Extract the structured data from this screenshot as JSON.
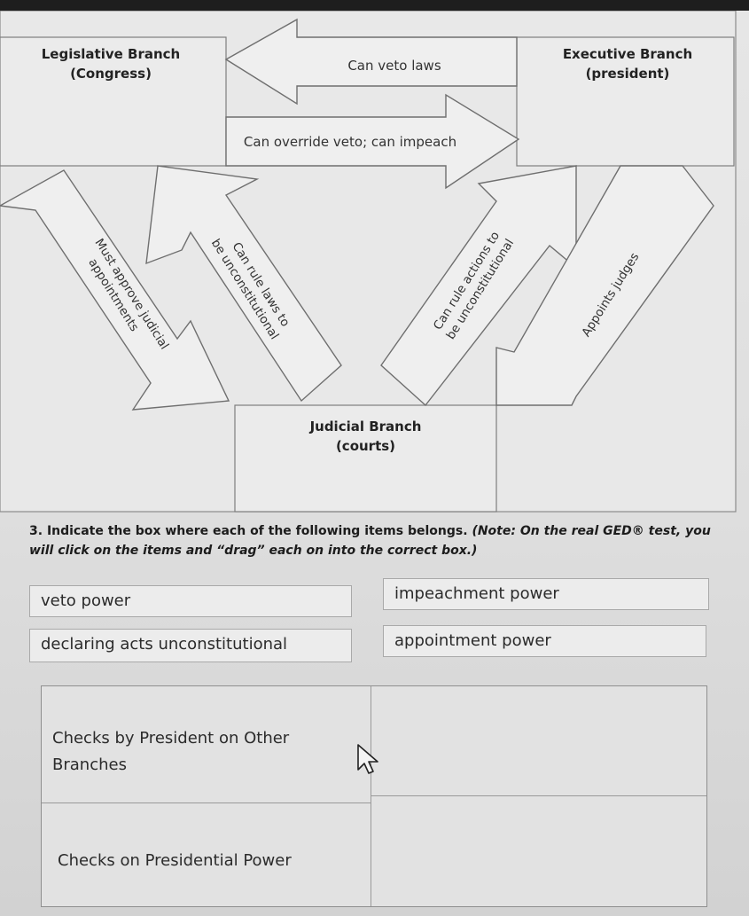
{
  "diagram": {
    "legislative": {
      "line1": "Legislative Branch",
      "line2": "(Congress)"
    },
    "executive": {
      "line1": "Executive Branch",
      "line2": "(president)"
    },
    "judicial": {
      "line1": "Judicial Branch",
      "line2": "(courts)"
    },
    "arrows": {
      "veto": "Can veto laws",
      "override": "Can override veto; can impeach",
      "approve_line1": "Must approve judicial",
      "approve_line2": "appointments",
      "rule_laws_line1": "Can rule laws to",
      "rule_laws_line2": "be unconstitutional",
      "rule_actions_line1": "Can rule actions to",
      "rule_actions_line2": "be unconstitutional",
      "appoints": "Appoints judges"
    }
  },
  "question": {
    "number": "3.",
    "text": "Indicate the box where each of the following items belongs.",
    "note": "(Note: On the real GED® test, you will click on the items and “drag” each on into the correct box.)"
  },
  "drag_items": [
    "veto power",
    "impeachment power",
    "declaring acts unconstitutional",
    "appointment power"
  ],
  "drop_rows": [
    {
      "label_line1": "Checks by President on Other",
      "label_line2": "Branches"
    },
    {
      "label_line1": "Checks on Presidential Power",
      "label_line2": ""
    }
  ]
}
